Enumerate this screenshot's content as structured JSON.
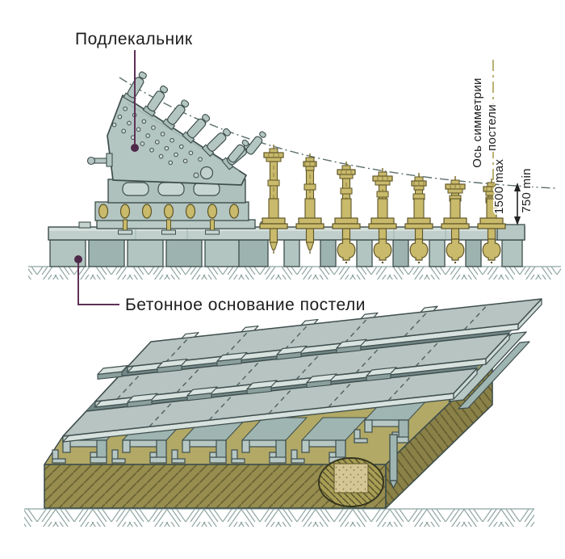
{
  "diagram": {
    "description": "Shipbuilding berth bed technical diagram, side elevation and isometric view",
    "labels": {
      "template_holder": "Подлекальник",
      "concrete_base": "Бетонное основание постели",
      "axis_line1": "Ось симметрии",
      "axis_line2": "постели",
      "dim_max": "1500 max",
      "dim_min": "750 min"
    },
    "colors": {
      "leader": "#5d3157",
      "leader_dot": "#4e2949",
      "outline": "#3e4e4c",
      "steel_light": "#b7c8c4",
      "steel_mid": "#9fb5b1",
      "steel_dark": "#7d9492",
      "steel_pale": "#d7e1de",
      "brass": "#c9ba6c",
      "brass_dark": "#8a7c3e",
      "brass_outline": "#5f5526",
      "concrete_top": "#b2a966",
      "concrete_front": "#968d4f",
      "concrete_side": "#8a8148",
      "cut_fill": "#a89e55",
      "ground_hatch": "#8ea5a2",
      "axis_line": "#a89e52",
      "curve_line": "#5c6f6e",
      "dim_line": "#222222",
      "text": "#1d1d1d"
    }
  }
}
